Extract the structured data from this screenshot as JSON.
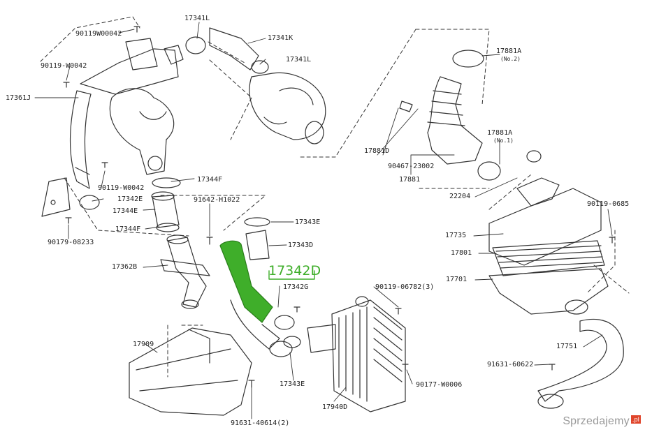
{
  "labels": {
    "p_90119_w0042_top": "90119W00042",
    "p_17341l_top": "17341L",
    "p_17341k": "17341K",
    "p_17341l_b": "17341L",
    "p_90119_w0042_left": "90119-W0042",
    "p_17361j": "17361J",
    "p_90119_w0042_mid": "90119-W0042",
    "p_17344f_a": "17344F",
    "p_17342e": "17342E",
    "p_91642_h1022": "91642-H1022",
    "p_17344e": "17344E",
    "p_17344f_b": "17344F",
    "p_90179_08233": "90179-08233",
    "p_17343e_top": "17343E",
    "p_17343d": "17343D",
    "p_17342d": "17342D",
    "p_17342g": "17342G",
    "p_17362b": "17362B",
    "p_90119_06782": "90119-06782(3)",
    "p_17909": "17909",
    "p_17343e_bot": "17343E",
    "p_91631_40614": "91631-40614(2)",
    "p_17940d": "17940D",
    "p_90177_w0006": "90177-W0006",
    "p_17881a_top": "17881A",
    "p_no2": "(No.2)",
    "p_17881d": "17881D",
    "p_90467_23002": "90467-23002",
    "p_17881": "17881",
    "p_17881a_mid": "17881A",
    "p_no1": "(No.1)",
    "p_22204": "22204",
    "p_90119_0685": "90119-0685",
    "p_17735": "17735",
    "p_17801": "17801",
    "p_17701": "17701",
    "p_17751": "17751",
    "p_91631_60622": "91631-60622"
  },
  "watermark": {
    "text": "Sprzedajemy",
    "badge": ".pl"
  },
  "colors": {
    "highlight": "#3fae2a",
    "ink": "#222222"
  }
}
